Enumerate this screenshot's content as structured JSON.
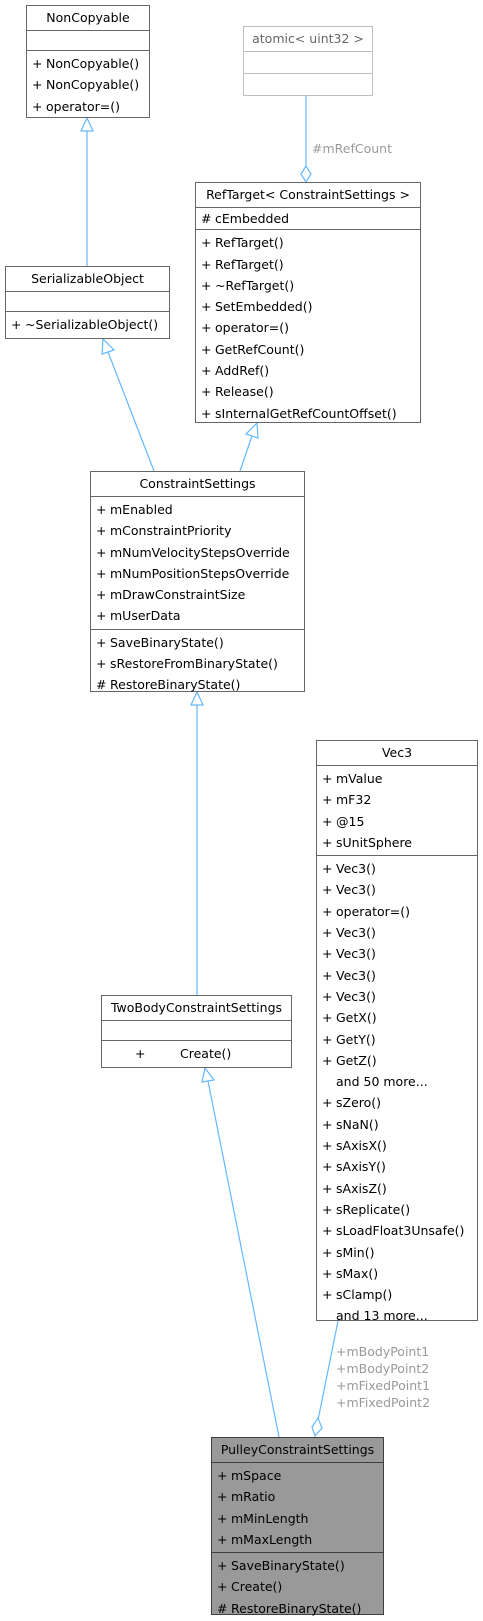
{
  "classes": {
    "non_copyable": {
      "title": "NonCopyable",
      "attributes": [],
      "methods": [
        {
          "vis": "+",
          "name": "NonCopyable()"
        },
        {
          "vis": "+",
          "name": "NonCopyable()"
        },
        {
          "vis": "+",
          "name": "operator=()"
        }
      ]
    },
    "atomic": {
      "title": "atomic< uint32 >",
      "attributes": [],
      "methods": []
    },
    "ref_target": {
      "title": "RefTarget< ConstraintSettings >",
      "attributes": [
        {
          "vis": "#",
          "name": "cEmbedded"
        }
      ],
      "methods": [
        {
          "vis": "+",
          "name": "RefTarget()"
        },
        {
          "vis": "+",
          "name": "RefTarget()"
        },
        {
          "vis": "+",
          "name": "~RefTarget()"
        },
        {
          "vis": "+",
          "name": "SetEmbedded()"
        },
        {
          "vis": "+",
          "name": "operator=()"
        },
        {
          "vis": "+",
          "name": "GetRefCount()"
        },
        {
          "vis": "+",
          "name": "AddRef()"
        },
        {
          "vis": "+",
          "name": "Release()"
        },
        {
          "vis": "+",
          "name": "sInternalGetRefCountOffset()"
        }
      ]
    },
    "serializable_object": {
      "title": "SerializableObject",
      "attributes": [],
      "methods": [
        {
          "vis": "+",
          "name": "~SerializableObject()"
        }
      ]
    },
    "constraint_settings": {
      "title": "ConstraintSettings",
      "attributes": [
        {
          "vis": "+",
          "name": "mEnabled"
        },
        {
          "vis": "+",
          "name": "mConstraintPriority"
        },
        {
          "vis": "+",
          "name": "mNumVelocityStepsOverride"
        },
        {
          "vis": "+",
          "name": "mNumPositionStepsOverride"
        },
        {
          "vis": "+",
          "name": "mDrawConstraintSize"
        },
        {
          "vis": "+",
          "name": "mUserData"
        }
      ],
      "methods": [
        {
          "vis": "+",
          "name": "SaveBinaryState()"
        },
        {
          "vis": "+",
          "name": "sRestoreFromBinaryState()"
        },
        {
          "vis": "#",
          "name": "RestoreBinaryState()"
        }
      ]
    },
    "vec3": {
      "title": "Vec3",
      "attributes": [
        {
          "vis": "+",
          "name": "mValue"
        },
        {
          "vis": "+",
          "name": "mF32"
        },
        {
          "vis": "+",
          "name": "@15"
        },
        {
          "vis": "+",
          "name": "sUnitSphere"
        }
      ],
      "methods": [
        {
          "vis": "+",
          "name": "Vec3()"
        },
        {
          "vis": "+",
          "name": "Vec3()"
        },
        {
          "vis": "+",
          "name": "operator=()"
        },
        {
          "vis": "+",
          "name": "Vec3()"
        },
        {
          "vis": "+",
          "name": "Vec3()"
        },
        {
          "vis": "+",
          "name": "Vec3()"
        },
        {
          "vis": "+",
          "name": "Vec3()"
        },
        {
          "vis": "+",
          "name": "GetX()"
        },
        {
          "vis": "+",
          "name": "GetY()"
        },
        {
          "vis": "+",
          "name": "GetZ()"
        },
        {
          "vis": "",
          "name": "and 50 more..."
        },
        {
          "vis": "+",
          "name": "sZero()"
        },
        {
          "vis": "+",
          "name": "sNaN()"
        },
        {
          "vis": "+",
          "name": "sAxisX()"
        },
        {
          "vis": "+",
          "name": "sAxisY()"
        },
        {
          "vis": "+",
          "name": "sAxisZ()"
        },
        {
          "vis": "+",
          "name": "sReplicate()"
        },
        {
          "vis": "+",
          "name": "sLoadFloat3Unsafe()"
        },
        {
          "vis": "+",
          "name": "sMin()"
        },
        {
          "vis": "+",
          "name": "sMax()"
        },
        {
          "vis": "+",
          "name": "sClamp()"
        },
        {
          "vis": "",
          "name": "and 13 more..."
        }
      ]
    },
    "two_body": {
      "title": "TwoBodyConstraintSettings",
      "attributes": [],
      "methods": [
        {
          "vis": "+",
          "name": "Create()"
        }
      ]
    },
    "pulley": {
      "title": "PulleyConstraintSettings",
      "attributes": [
        {
          "vis": "+",
          "name": "mSpace"
        },
        {
          "vis": "+",
          "name": "mRatio"
        },
        {
          "vis": "+",
          "name": "mMinLength"
        },
        {
          "vis": "+",
          "name": "mMaxLength"
        }
      ],
      "methods": [
        {
          "vis": "+",
          "name": "SaveBinaryState()"
        },
        {
          "vis": "+",
          "name": "Create()"
        },
        {
          "vis": "#",
          "name": "RestoreBinaryState()"
        }
      ]
    }
  },
  "edge_labels": {
    "ref_count": "#mRefCount",
    "body_points": [
      "+mBodyPoint1",
      "+mBodyPoint2",
      "+mFixedPoint1",
      "+mFixedPoint2"
    ]
  },
  "colors": {
    "edge": "#63b8ff",
    "label": "#9a9a9a",
    "highlight_fill": "#999999"
  }
}
